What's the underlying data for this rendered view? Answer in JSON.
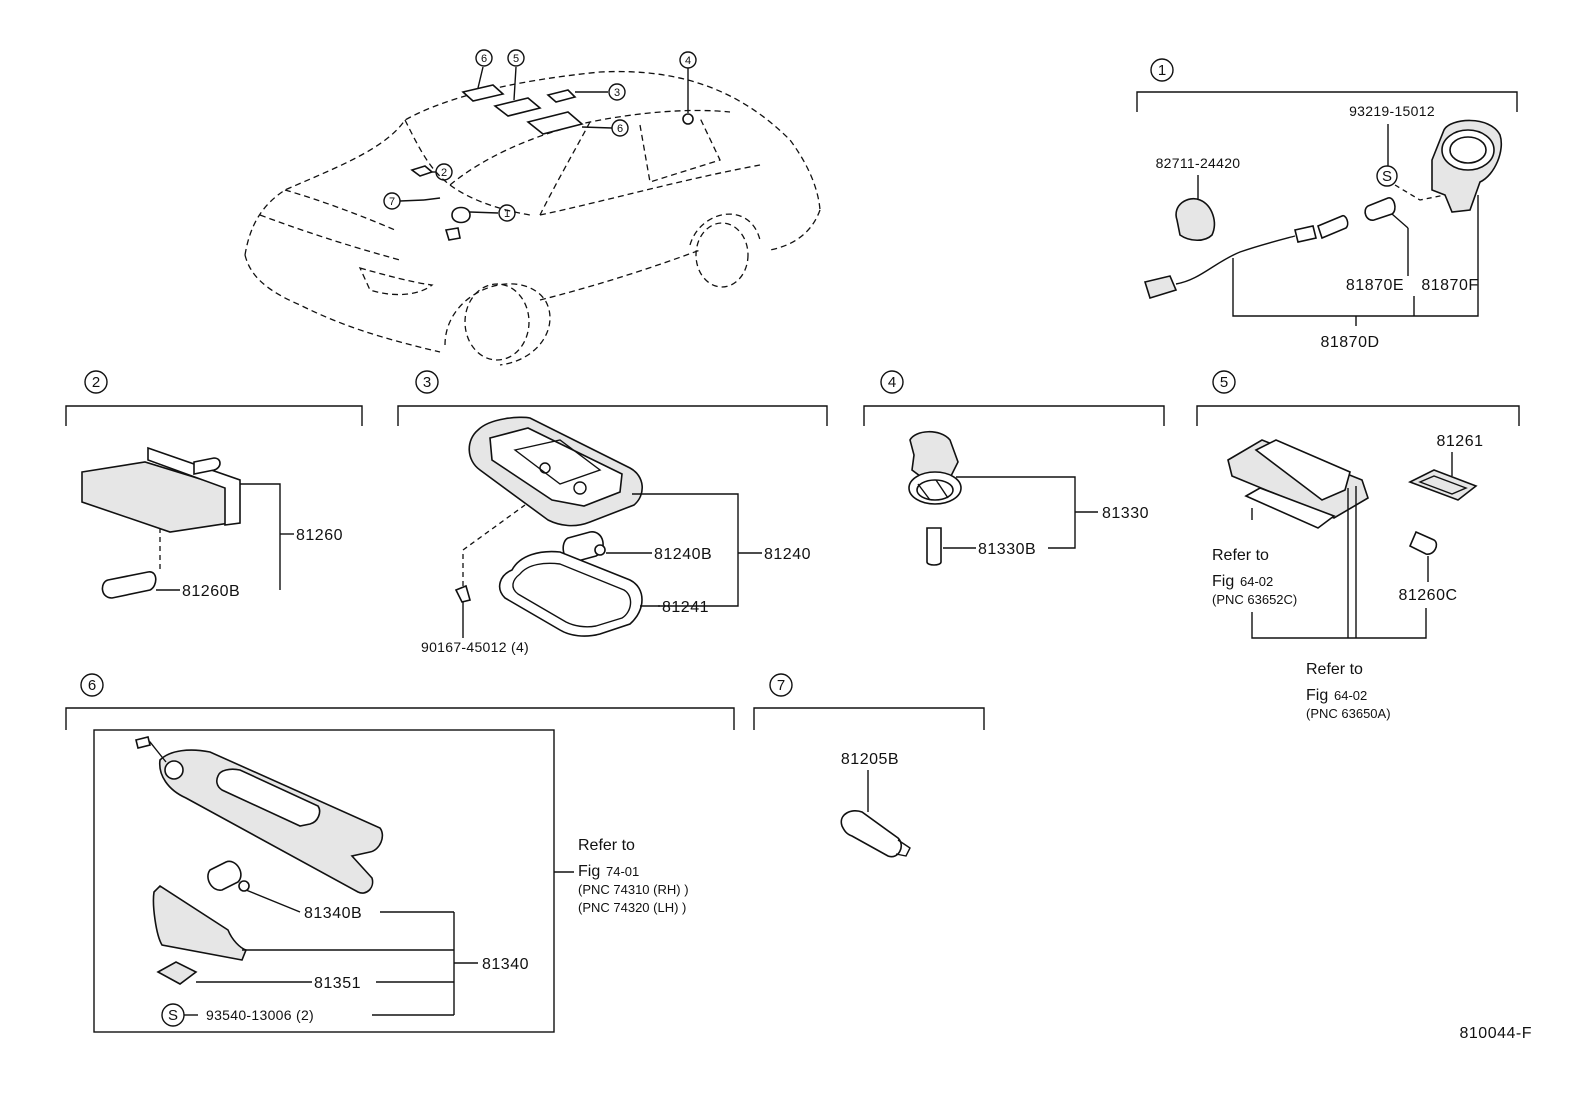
{
  "diagram_id": "810044-F",
  "callouts": {
    "c1": "1",
    "c2": "2",
    "c3": "3",
    "c4": "4",
    "c5": "5",
    "c6": "6",
    "c7": "7",
    "s": "S"
  },
  "group1": {
    "number": "1",
    "parts": [
      "93219-15012",
      "82711-24420",
      "81870E",
      "81870F",
      "81870D"
    ]
  },
  "group2": {
    "number": "2",
    "parts": [
      "81260",
      "81260B"
    ]
  },
  "group3": {
    "number": "3",
    "parts": [
      "81240B",
      "81240",
      "81241",
      "90167-45012 (4)"
    ]
  },
  "group4": {
    "number": "4",
    "parts": [
      "81330",
      "81330B"
    ]
  },
  "group5": {
    "number": "5",
    "parts": [
      "81261",
      "81260C"
    ],
    "ref_a": {
      "line1": "Refer to",
      "fig_prefix": "Fig",
      "fig_num": "64-02",
      "pnc": "(PNC 63652C)"
    },
    "ref_b": {
      "line1": "Refer to",
      "fig_prefix": "Fig",
      "fig_num": "64-02",
      "pnc": "(PNC 63650A)"
    }
  },
  "group6": {
    "number": "6",
    "parts": [
      "81340B",
      "81340",
      "81351",
      "93540-13006 (2)"
    ],
    "ref": {
      "line1": "Refer to",
      "fig_prefix": "Fig",
      "fig_num": "74-01",
      "pnc1": "(PNC 74310 (RH) )",
      "pnc2": "(PNC 74320 (LH) )"
    }
  },
  "group7": {
    "number": "7",
    "parts": [
      "81205B"
    ]
  }
}
